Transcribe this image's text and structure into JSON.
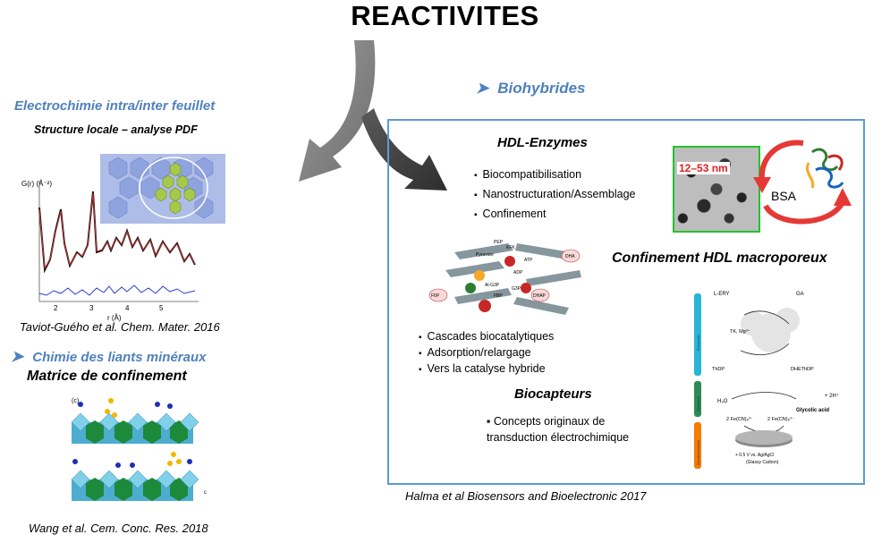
{
  "title": "REACTIVITES",
  "left": {
    "heading1": "Electrochimie intra/inter feuillet",
    "subheading1": "Structure locale – analyse PDF",
    "ref1": "Taviot-Guého et al. Chem. Mater. 2016",
    "graph": {
      "ylabel": "G(r) (Å⁻²)",
      "xlabel": "r (Å)",
      "xticks": [
        "2",
        "3",
        "4",
        "5"
      ]
    },
    "heading2": "Chimie des liants minéraux",
    "subheading2": "Matrice de confinement",
    "crystal_label": "(c)",
    "ref2": "Wang et al. Cem. Conc. Res. 2018"
  },
  "right": {
    "heading": "Biohybrides",
    "hdl_enzymes": {
      "title": "HDL-Enzymes",
      "items": [
        "Biocompatibilisation",
        "Nanostructuration/Assemblage",
        "Confinement"
      ]
    },
    "micro_scale": "12–53 nm",
    "protein_label": "BSA",
    "confinement_title": "Confinement HDL macroporeux",
    "cascade_items": [
      "Cascades biocatalytiques",
      "Adsorption/relargage",
      "Vers la catalyse hybride"
    ],
    "cascade_labels": [
      "PEP",
      "Pyruvate",
      "ATP",
      "ADP",
      "DHA",
      "DHAP",
      "FBP",
      "G3P",
      "F6P",
      "Al-G3P",
      "KFK"
    ],
    "biocapteurs": {
      "title": "Biocapteurs",
      "items": [
        "Concepts originaux de transduction électrochimique"
      ]
    },
    "scheme": {
      "top_left": "L-ERY",
      "top_right": "GA",
      "cofactor": "TK, Mg²⁺",
      "thdp": "ThDP",
      "dhethdp": "DHEThDP",
      "water": "H₂O",
      "product": "Glycolic acid",
      "plus": "+ 2H⁺",
      "ferri_left": "2 Fe(CN)₆³⁻",
      "ferri_right": "2 Fe(CN)₆⁴⁻",
      "electrode": "+ 0.5 V vs. Ag/AgCl",
      "electrode2": "(Glassy Carbon)",
      "bar_labels": [
        "Enzymatic",
        "Chemical",
        "Electrochemical"
      ]
    },
    "ref": "Halma et al Biosensors and Bioelectronic  2017"
  },
  "colors": {
    "accent_blue": "#4f81bd",
    "box_border": "#5b9bd5",
    "arrow_grey": "#7f7f7f",
    "arrow_dark": "#3f3f3f"
  }
}
